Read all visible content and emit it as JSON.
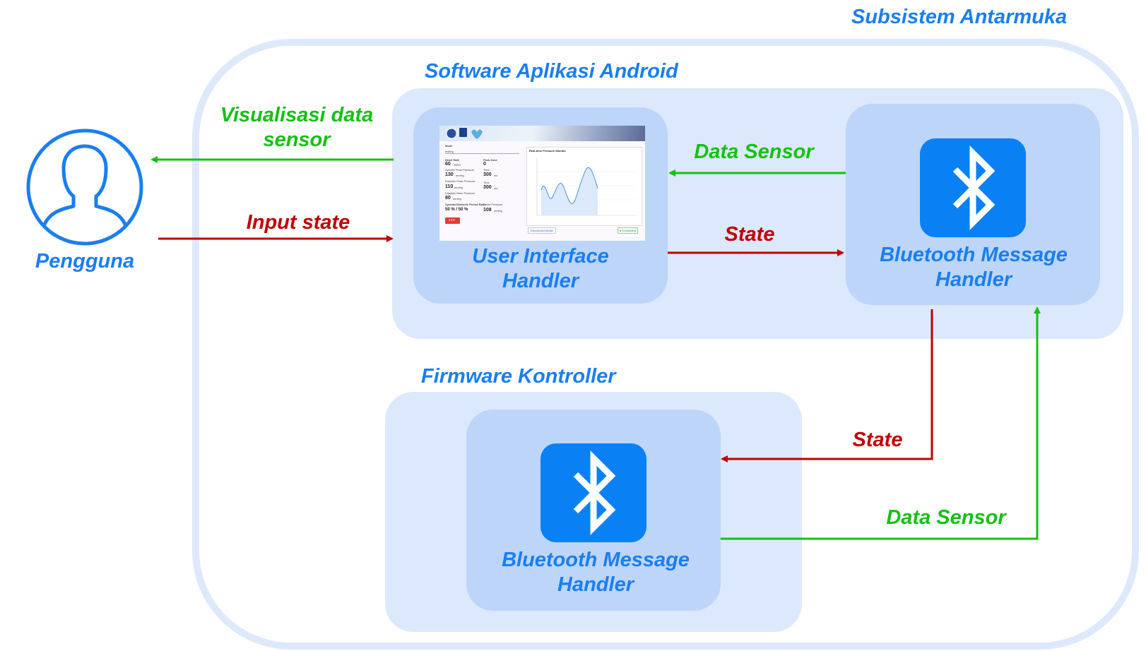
{
  "subsystem_title": "Subsistem Antarmuka",
  "user": {
    "label": "Pengguna",
    "icon": "user-icon"
  },
  "android": {
    "title": "Software Aplikasi Android",
    "ui_handler": {
      "line1": "User Interface",
      "line2": "Handler"
    },
    "bt_handler": {
      "line1": "Bluetooth Message",
      "line2": "Handler",
      "icon": "bluetooth-icon"
    }
  },
  "firmware": {
    "title": "Firmware Kontroller",
    "bt_handler": {
      "line1": "Bluetooth Message",
      "line2": "Handler",
      "icon": "bluetooth-icon"
    }
  },
  "flows": {
    "visualisasi": {
      "line1": "Visualisasi data",
      "line2": "sensor"
    },
    "input_state": "Input state",
    "data_sensor_app": "Data Sensor",
    "state_app": "State",
    "state_fw": "State",
    "data_sensor_fw": "Data Sensor"
  },
  "screenshot": {
    "mode_label": "Mode",
    "mode_value": "testing",
    "heart_rate_label": "Heart Rate",
    "heart_rate_value": "60",
    "heart_rate_unit": "BPM",
    "flow_zone_label": "Flow Zone",
    "flow_zone_value": "0",
    "systolic_label": "Systolic Peak Pressure",
    "systolic_value": "130",
    "systolic_unit": "mmHg",
    "time1_label": "Time",
    "time1_value": "300",
    "time1_unit": "ms",
    "diastolic_label": "Diastolic Peak Pressure",
    "diastolic_value": "110",
    "diastolic_unit": "mmHg",
    "time2_label": "Time",
    "time2_value": "300",
    "time2_unit": "ms",
    "base_label": "Diastolic Base Pressure",
    "base_value": "80",
    "base_unit": "mmHg",
    "ratio_label": "Systolic/Diastolic Period Ratio",
    "ratio_value": "50 % / 50 %",
    "relief_label": "Relief Pressure",
    "relief_value": "108",
    "relief_unit": "mmHg",
    "stop_label": "STOP",
    "chart_title": "Real-time Pressure Monitor",
    "connect_label": "Disconnect Model",
    "status_label": "● Connected"
  },
  "colors": {
    "label_blue": "#1a7ef0",
    "flow_green": "#14c114",
    "flow_red": "#c00000",
    "container": "#dce8fb",
    "inner_box": "#bdd5f8",
    "bluetooth_tile": "#0a80f5"
  }
}
